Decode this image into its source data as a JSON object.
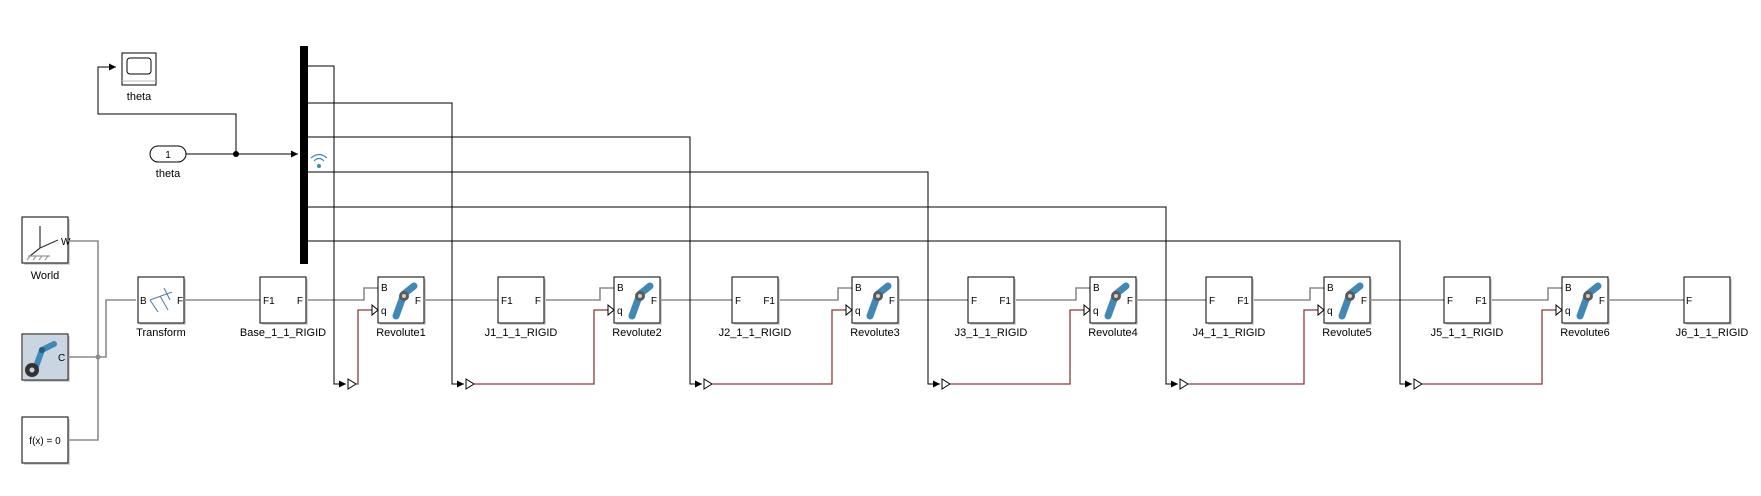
{
  "blocks": {
    "scope_label": "theta",
    "const_value": "1",
    "const_label": "theta",
    "world_label": "World",
    "world_port": "W",
    "solver_text": "f(x) = 0",
    "mech_port": "C",
    "transform_label": "Transform",
    "transform_port_b": "B",
    "transform_port_f": "F"
  },
  "chain": [
    {
      "body": "Base_1_1_RIGID",
      "left_port": "F1",
      "right_port": "F",
      "joint": "Revolute1"
    },
    {
      "body": "J1_1_1_RIGID",
      "left_port": "F1",
      "right_port": "F",
      "joint": "Revolute2"
    },
    {
      "body": "J2_1_1_RIGID",
      "left_port": "F",
      "right_port": "F1",
      "joint": "Revolute3"
    },
    {
      "body": "J3_1_1_RIGID",
      "left_port": "F",
      "right_port": "F1",
      "joint": "Revolute4"
    },
    {
      "body": "J4_1_1_RIGID",
      "left_port": "F",
      "right_port": "F1",
      "joint": "Revolute5"
    },
    {
      "body": "J5_1_1_RIGID",
      "left_port": "F",
      "right_port": "F1",
      "joint": "Revolute6"
    }
  ],
  "end_body": {
    "label": "J6_1_1_RIGID",
    "port": "F"
  },
  "joint_ports": {
    "base": "B",
    "follower": "F",
    "input": "q"
  },
  "colors": {
    "signal_line": "#000000",
    "physical_line": "#8c8c8c",
    "converted_signal": "#8b3a3a",
    "joint_icon": "#3f88b8"
  }
}
